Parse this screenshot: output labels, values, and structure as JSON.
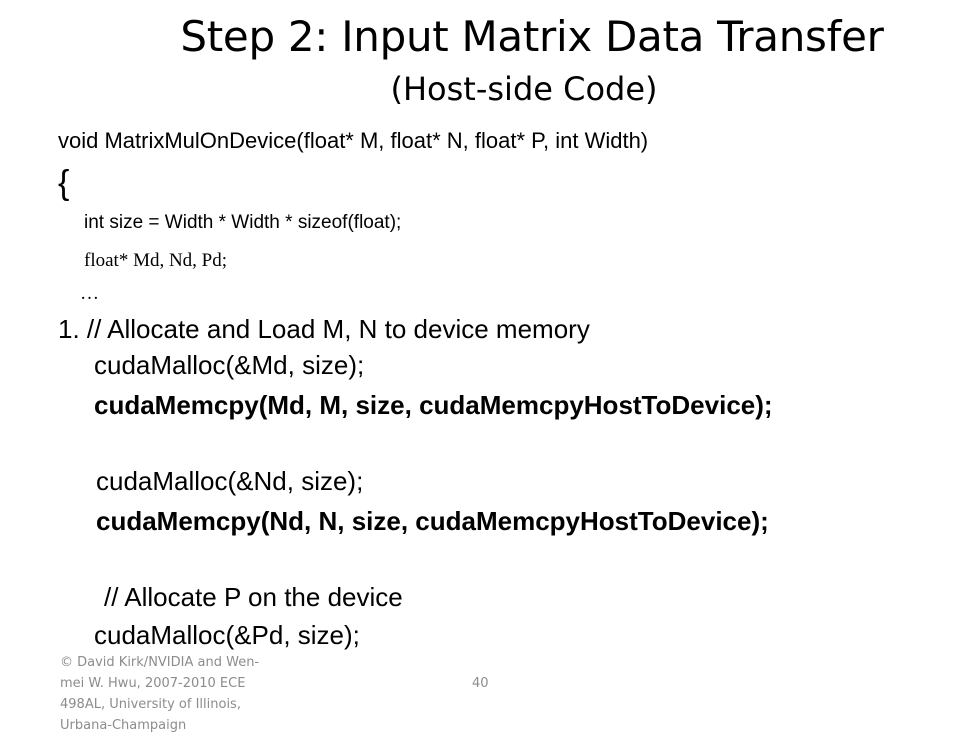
{
  "slide": {
    "title": "Step 2: Input Matrix Data Transfer",
    "subtitle": "(Host-side Code)",
    "code": {
      "signature": "void MatrixMulOnDevice(float* M, float* N, float* P, int Width)",
      "open_brace": "{",
      "size_line": "int size = Width * Width * sizeof(float);",
      "decl_line": "float* Md, Nd, Pd;",
      "ellipsis": "…",
      "comment_alloc_load": "1. // Allocate and Load M, N to device memory",
      "malloc_md": "cudaMalloc(&Md, size);",
      "memcpy_md": "cudaMemcpy(Md, M, size, cudaMemcpyHostToDevice);",
      "malloc_nd": "cudaMalloc(&Nd, size);",
      "memcpy_nd": "cudaMemcpy(Nd, N, size, cudaMemcpyHostToDevice);",
      "comment_alloc_p": "// Allocate P on the device",
      "malloc_pd": "cudaMalloc(&Pd, size);"
    },
    "footer": {
      "copyright": "© David Kirk/NVIDIA and Wen-mei W. Hwu, 2007-2010 ECE 498AL, University of Illinois, Urbana-Champaign",
      "page_number": "40"
    }
  }
}
